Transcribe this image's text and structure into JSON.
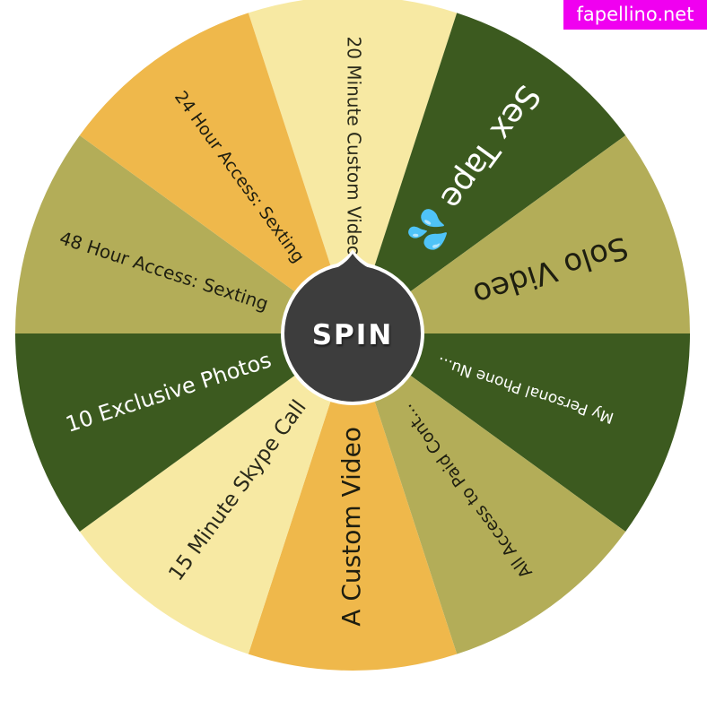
{
  "wheel": {
    "segments": [
      {
        "label": "20 Minute Custom Video",
        "color": "#f7e9a3",
        "text_color": "#2a2a1a"
      },
      {
        "label": "Sex Tape 💦",
        "color": "#3c5a1f",
        "text_color": "#ffffff"
      },
      {
        "label": "Solo Video",
        "color": "#b3ad58",
        "text_color": "#1e1e10"
      },
      {
        "label": "My Personal Phone Nu...",
        "color": "#3c5a1f",
        "text_color": "#ffffff"
      },
      {
        "label": "All Access to Paid Cont...",
        "color": "#b3ad58",
        "text_color": "#1e1e10"
      },
      {
        "label": "A Custom Video",
        "color": "#efb84b",
        "text_color": "#1e1e10"
      },
      {
        "label": "15 Minute Skype Call",
        "color": "#f7e9a3",
        "text_color": "#2a2a1a"
      },
      {
        "label": "10 Exclusive Photos",
        "color": "#3c5a1f",
        "text_color": "#ffffff"
      },
      {
        "label": "48 Hour Access: Sexting",
        "color": "#b3ad58",
        "text_color": "#1e1e10"
      },
      {
        "label": "24 Hour Access: Sexting",
        "color": "#efb84b",
        "text_color": "#1e1e10"
      }
    ],
    "spin_label": "SPIN",
    "spin_color": "#3d3d3d"
  },
  "watermark": "fapellino.net"
}
